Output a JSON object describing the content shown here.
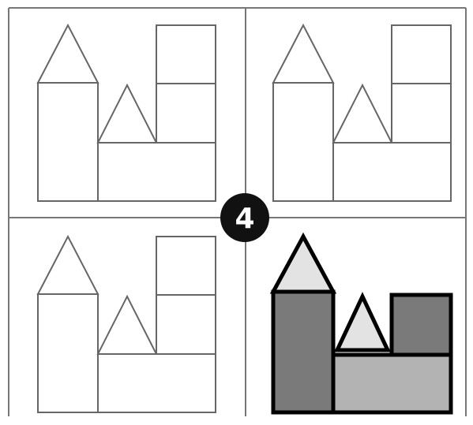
{
  "figure": {
    "panel_count": 4,
    "badge": {
      "label": "4",
      "fill": "#111111",
      "text_color": "#ffffff"
    },
    "colors": {
      "background": "#ffffff",
      "frame": "#777777",
      "outline_light": "#666666",
      "outline_heavy": "#000000",
      "shade_dark": "#7a7a7a",
      "shade_medium": "#b3b3b3",
      "shade_light": "#e3e3e3"
    },
    "panels": [
      {
        "name": "top-left",
        "style": "outline"
      },
      {
        "name": "top-right",
        "style": "outline"
      },
      {
        "name": "bottom-left",
        "style": "outline"
      },
      {
        "name": "bottom-right",
        "style": "shaded"
      }
    ]
  }
}
